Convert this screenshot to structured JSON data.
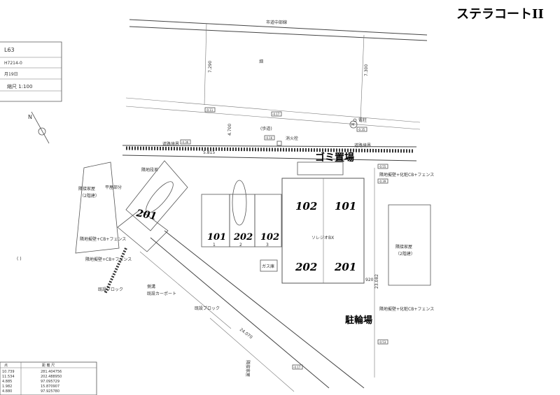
{
  "title_handwritten": "ステラコートII",
  "title_block": {
    "line1": "L63",
    "line2": "H7214-0",
    "line3": "月19日",
    "scale": "縮尺 1:100"
  },
  "labels": {
    "top_road": "市道中部線",
    "field": "畑",
    "dist_a": "7.290",
    "dist_b": "7.300",
    "dist_c": "4.700",
    "walkway": "(歩道)",
    "hydrant": "消火栓",
    "manhole": "M",
    "utility_pole": "電柱",
    "elev_1": "-0.11",
    "elev_2": "-0.17",
    "elev_3": "-0.35",
    "elev_4": "-0.16",
    "elev_5": "-0.36",
    "elev_6": "-0.55",
    "elev_7": "-0.39",
    "elev_8": "-0.53",
    "elev_9": "-0.17",
    "width_road": "5.815",
    "road_side_left": "道路境界",
    "road_side_right": "道路境界",
    "garbage": "ゴミ置場",
    "neighbor_left": "隣接家屋\n(2階建)",
    "neighbor_right": "隣接家屋\n(2階建)",
    "neighbor_bottom": "隣接家屋\n(2階建)",
    "parking_lot": "平屋部分",
    "flat_roof": "隣地段差",
    "fence_left": "隣地擬壁+CB+フェンス",
    "fence_right_top": "隣地擬壁+化粧CB+フェンス",
    "fence_right_bottom": "隣地擬壁+化粧CB+フェンス",
    "fence_lower_left": "隣地擬壁",
    "block_left": "既設ブロック",
    "block_bottom": "既設ブロック",
    "carport": "既設カーポート",
    "slope": "側溝",
    "building": "ソレジオBX",
    "gas": "ガス庫",
    "bike": "駐輪場",
    "dist_d": "24.070",
    "dist_e": "23.082",
    "dist_f": "920",
    "slot_1": "1",
    "slot_2": "2",
    "slot_3": "3",
    "unit_102": "102",
    "unit_101": "101",
    "unit_202": "202",
    "unit_201": "201",
    "park_101": "101",
    "park_202": "202",
    "park_102": "102",
    "park_201": "201",
    "paren_mark": "(  )"
  },
  "table": {
    "headers": [
      "点",
      "距 離 尺"
    ],
    "rows": [
      [
        "10.739",
        "281.404756"
      ],
      [
        "11.534",
        "202.488950"
      ],
      [
        "4.885",
        "97.095729"
      ],
      [
        "1.982",
        "15.870907"
      ],
      [
        "4.880",
        "97.925780"
      ]
    ]
  }
}
